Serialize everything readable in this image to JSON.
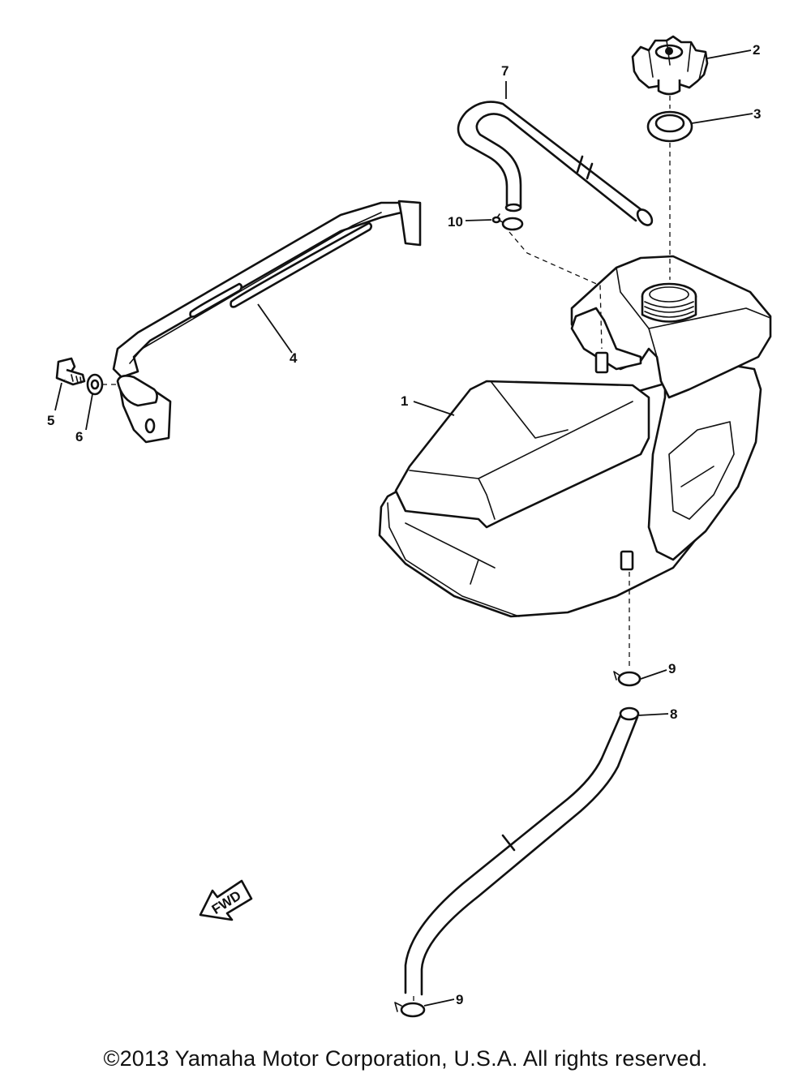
{
  "callouts": [
    "1",
    "2",
    "3",
    "4",
    "5",
    "6",
    "7",
    "8",
    "9",
    "9",
    "10"
  ],
  "fwd_marker": "FWD",
  "copyright": "©2013 Yamaha Motor Corporation, U.S.A. All rights reserved."
}
